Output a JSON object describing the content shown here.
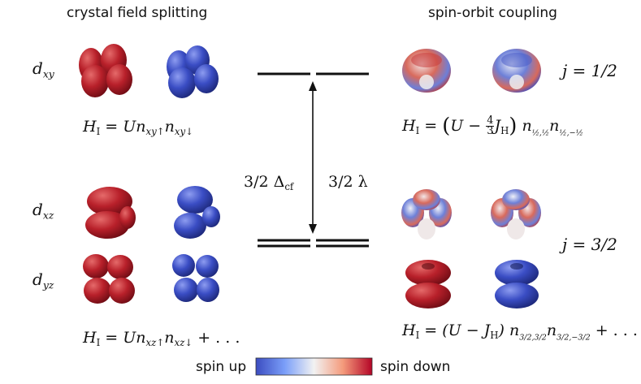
{
  "headings": {
    "left": "crystal field splitting",
    "right": "spin-orbit coupling"
  },
  "orbitals": {
    "xy": "xy",
    "xz": "xz",
    "yz": "yz",
    "base": "d"
  },
  "equations": {
    "left_top": {
      "lhs": "H",
      "lhs_sub": "I",
      "eq": " = U",
      "n1": "n",
      "n1_sub": "xy↑",
      "n2": "n",
      "n2_sub": "xy↓"
    },
    "left_bottom": {
      "lhs": "H",
      "lhs_sub": "I",
      "eq": " = U",
      "n1": "n",
      "n1_sub": "xz↑",
      "n2": "n",
      "n2_sub": "xz↓",
      "tail": " + . . ."
    },
    "right_top": {
      "lhs": "H",
      "lhs_sub": "I",
      "eq": " = ",
      "open": "(",
      "u": "U − ",
      "frac_num": "4",
      "frac_den": "3",
      "j": "J",
      "j_sub": "H",
      "close": ")",
      "n": "n",
      "n1_sub": "½,½",
      "n2_sub": "½,−½"
    },
    "right_bottom": {
      "lhs": "H",
      "lhs_sub": "I",
      "eq": " = (U − J",
      "j_sub": "H",
      "close": ") ",
      "n": "n",
      "n1_sub": "3/2,3/2",
      "n2_sub": "3/2,−3/2",
      "tail": " + . . ."
    }
  },
  "j_labels": {
    "top": "j = 1/2",
    "bottom": "j = 3/2"
  },
  "gap_labels": {
    "cf": "3/2 Δ",
    "cf_sub": "cf",
    "so": "3/2 λ"
  },
  "legend": {
    "left": "spin up",
    "right": "spin down"
  },
  "colors": {
    "spin_up": "#3b4cc0",
    "spin_down": "#b40426",
    "neutral": "#f2f2f2"
  }
}
